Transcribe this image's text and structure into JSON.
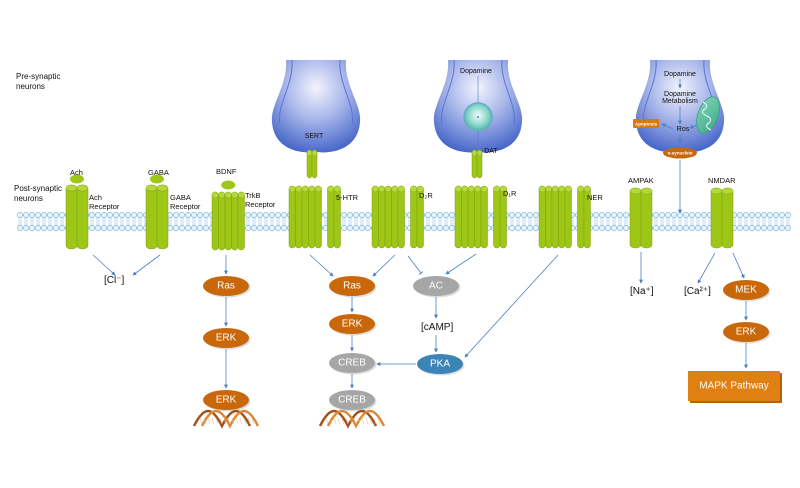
{
  "labels": {
    "pre_synaptic": [
      "Pre-synaptic",
      "neurons"
    ],
    "post_synaptic": [
      "Post-synaptic",
      "neurons"
    ]
  },
  "receptors": [
    {
      "id": "ach",
      "ligand": "Ach",
      "name": [
        "Ach",
        "Receptor"
      ]
    },
    {
      "id": "gaba",
      "ligand": "GABA",
      "name": [
        "GABA",
        "Receptor"
      ]
    },
    {
      "id": "trkb",
      "ligand": "BDNF",
      "name": [
        "TrkB",
        "Receptor"
      ]
    },
    {
      "id": "5htr",
      "name": [
        "5-HTR"
      ]
    },
    {
      "id": "d2r",
      "name": [
        "D₂R"
      ]
    },
    {
      "id": "d1r",
      "name": [
        "D₁R"
      ]
    },
    {
      "id": "ner",
      "name": [
        "NER"
      ]
    },
    {
      "id": "ampak",
      "name": [
        "AMPAK"
      ]
    },
    {
      "id": "nmdar",
      "name": [
        "NMDAR"
      ]
    }
  ],
  "presynaptic_terminals": [
    {
      "id": "sert-terminal",
      "transporter": "SERT"
    },
    {
      "id": "dat-terminal",
      "transporter": "DAT",
      "content": "Dopamine"
    },
    {
      "id": "metabolism-terminal",
      "steps": [
        "Dopamine",
        "Dopamine",
        "Metabolism",
        "Ros"
      ],
      "apoptosis": "Apoptosis",
      "synuclein": "α-synuclein"
    }
  ],
  "ions": {
    "cl": "[Cl⁻]",
    "na": "[Na⁺]",
    "ca": "[Ca²⁺]",
    "camp": "[cAMP]"
  },
  "nodes": {
    "trkb_ras": "Ras",
    "trkb_erk1": "ERK",
    "trkb_erk2": "ERK",
    "mid_ras": "Ras",
    "mid_erk": "ERK",
    "creb1": "CREB",
    "creb2": "CREB",
    "ac": "AC",
    "pka": "PKA",
    "mek": "MEK",
    "nmdar_erk": "ERK",
    "mapk": "MAPK Pathway"
  },
  "colors": {
    "receptor": "#9ec617",
    "receptor_dark": "#7ea010",
    "kinase": "#c8680a",
    "inactive": "#a6a6a6",
    "pka": "#3c84b6",
    "mapk": "#e07f12",
    "membrane": "#7fb7e0",
    "terminal": "#4f6fcf",
    "arrow": "#4a7fc8"
  }
}
